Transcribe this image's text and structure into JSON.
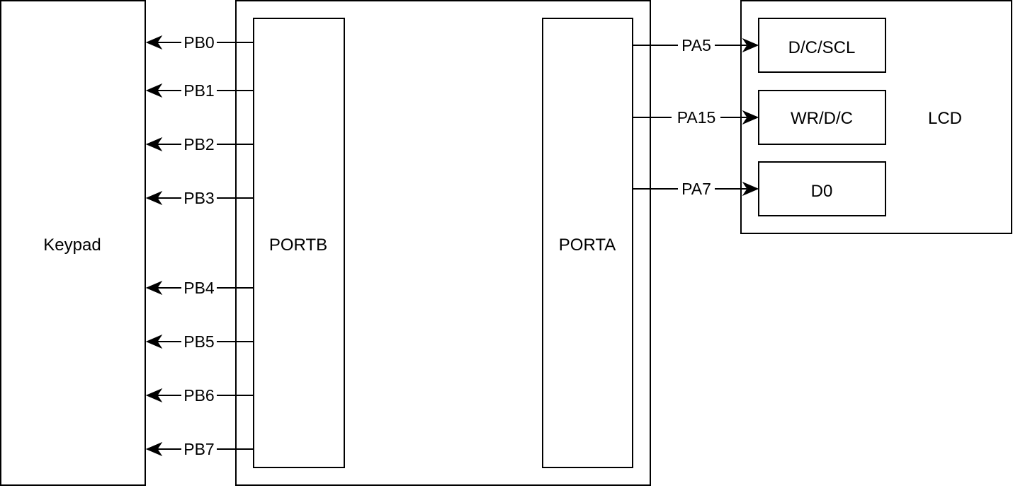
{
  "blocks": {
    "keypad": "Keypad",
    "portb": "PORTB",
    "porta": "PORTA",
    "lcd": "LCD"
  },
  "portb_pins": [
    "PB0",
    "PB1",
    "PB2",
    "PB3",
    "PB4",
    "PB5",
    "PB6",
    "PB7"
  ],
  "porta_pins": [
    "PA5",
    "PA15",
    "PA7"
  ],
  "lcd_signals": [
    "D/C/SCL",
    "WR/D/C",
    "D0"
  ]
}
